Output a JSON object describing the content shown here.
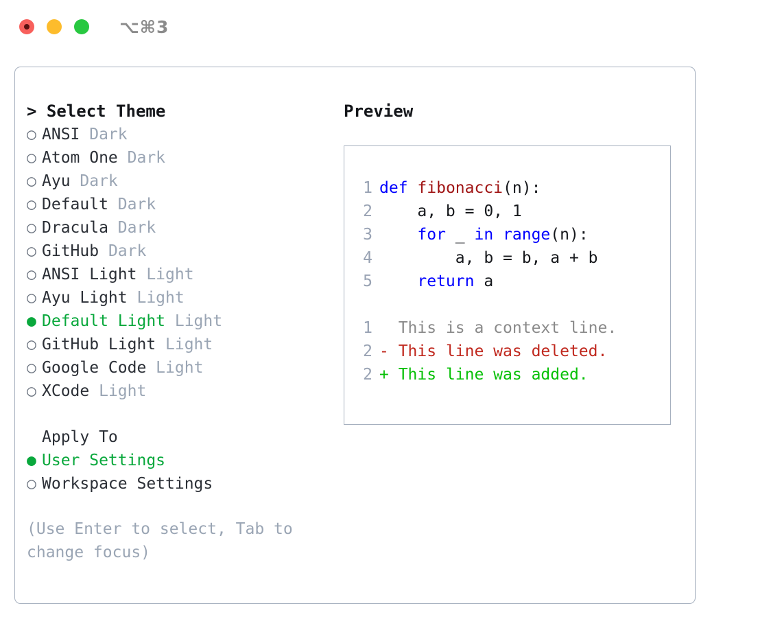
{
  "titlebar": {
    "shortcut": "⌥⌘3",
    "lights": [
      "close-red",
      "minimize-yellow",
      "maximize-green"
    ]
  },
  "theme_list": {
    "header": "> Select Theme",
    "bullet_selected": "●",
    "bullet_unselected": "○",
    "items": [
      {
        "name": "ANSI",
        "suffix": "Dark",
        "selected": false
      },
      {
        "name": "Atom One",
        "suffix": "Dark",
        "selected": false
      },
      {
        "name": "Ayu",
        "suffix": "Dark",
        "selected": false
      },
      {
        "name": "Default",
        "suffix": "Dark",
        "selected": false
      },
      {
        "name": "Dracula",
        "suffix": "Dark",
        "selected": false
      },
      {
        "name": "GitHub",
        "suffix": "Dark",
        "selected": false
      },
      {
        "name": "ANSI Light",
        "suffix": "Light",
        "selected": false
      },
      {
        "name": "Ayu Light",
        "suffix": "Light",
        "selected": false
      },
      {
        "name": "Default Light",
        "suffix": "Light",
        "selected": true
      },
      {
        "name": "GitHub Light",
        "suffix": "Light",
        "selected": false
      },
      {
        "name": "Google Code",
        "suffix": "Light",
        "selected": false
      },
      {
        "name": "XCode",
        "suffix": "Light",
        "selected": false
      }
    ]
  },
  "apply_to": {
    "header": "Apply To",
    "items": [
      {
        "name": "User Settings",
        "selected": true
      },
      {
        "name": "Workspace Settings",
        "selected": false
      }
    ]
  },
  "hint": "(Use Enter to select, Tab to change focus)",
  "preview": {
    "title": "Preview",
    "code_lines": [
      {
        "num": "1",
        "tokens": [
          {
            "t": "def",
            "c": "kw"
          },
          {
            "t": " ",
            "c": "txt"
          },
          {
            "t": "fibonacci",
            "c": "fn"
          },
          {
            "t": "(n):",
            "c": "txt"
          }
        ]
      },
      {
        "num": "2",
        "tokens": [
          {
            "t": "    a, b = 0, 1",
            "c": "txt"
          }
        ]
      },
      {
        "num": "3",
        "tokens": [
          {
            "t": "    ",
            "c": "txt"
          },
          {
            "t": "for",
            "c": "kw"
          },
          {
            "t": " _ ",
            "c": "txt"
          },
          {
            "t": "in",
            "c": "kw"
          },
          {
            "t": " ",
            "c": "txt"
          },
          {
            "t": "range",
            "c": "kw"
          },
          {
            "t": "(n):",
            "c": "txt"
          }
        ]
      },
      {
        "num": "4",
        "tokens": [
          {
            "t": "        a, b = b, a + b",
            "c": "txt"
          }
        ]
      },
      {
        "num": "5",
        "tokens": [
          {
            "t": "    ",
            "c": "txt"
          },
          {
            "t": "return",
            "c": "kw"
          },
          {
            "t": " a",
            "c": "txt"
          }
        ]
      }
    ],
    "diff_lines": [
      {
        "num": "1",
        "marker": "  ",
        "text": "This is a context line.",
        "kind": "ctx"
      },
      {
        "num": "2",
        "marker": "- ",
        "text": "This line was deleted.",
        "kind": "del"
      },
      {
        "num": "2",
        "marker": "+ ",
        "text": "This line was added.",
        "kind": "add"
      }
    ]
  },
  "colors": {
    "accent_green": "#09a83c",
    "muted": "#9aa5b4",
    "border": "#a6b0bf",
    "keyword_blue": "#0000ff",
    "function_red": "#a01515",
    "diff_delete": "#c0281e",
    "diff_add": "#07c007",
    "light_red": "#f8605c",
    "light_yellow": "#fdbc2c",
    "light_green": "#28c840"
  }
}
